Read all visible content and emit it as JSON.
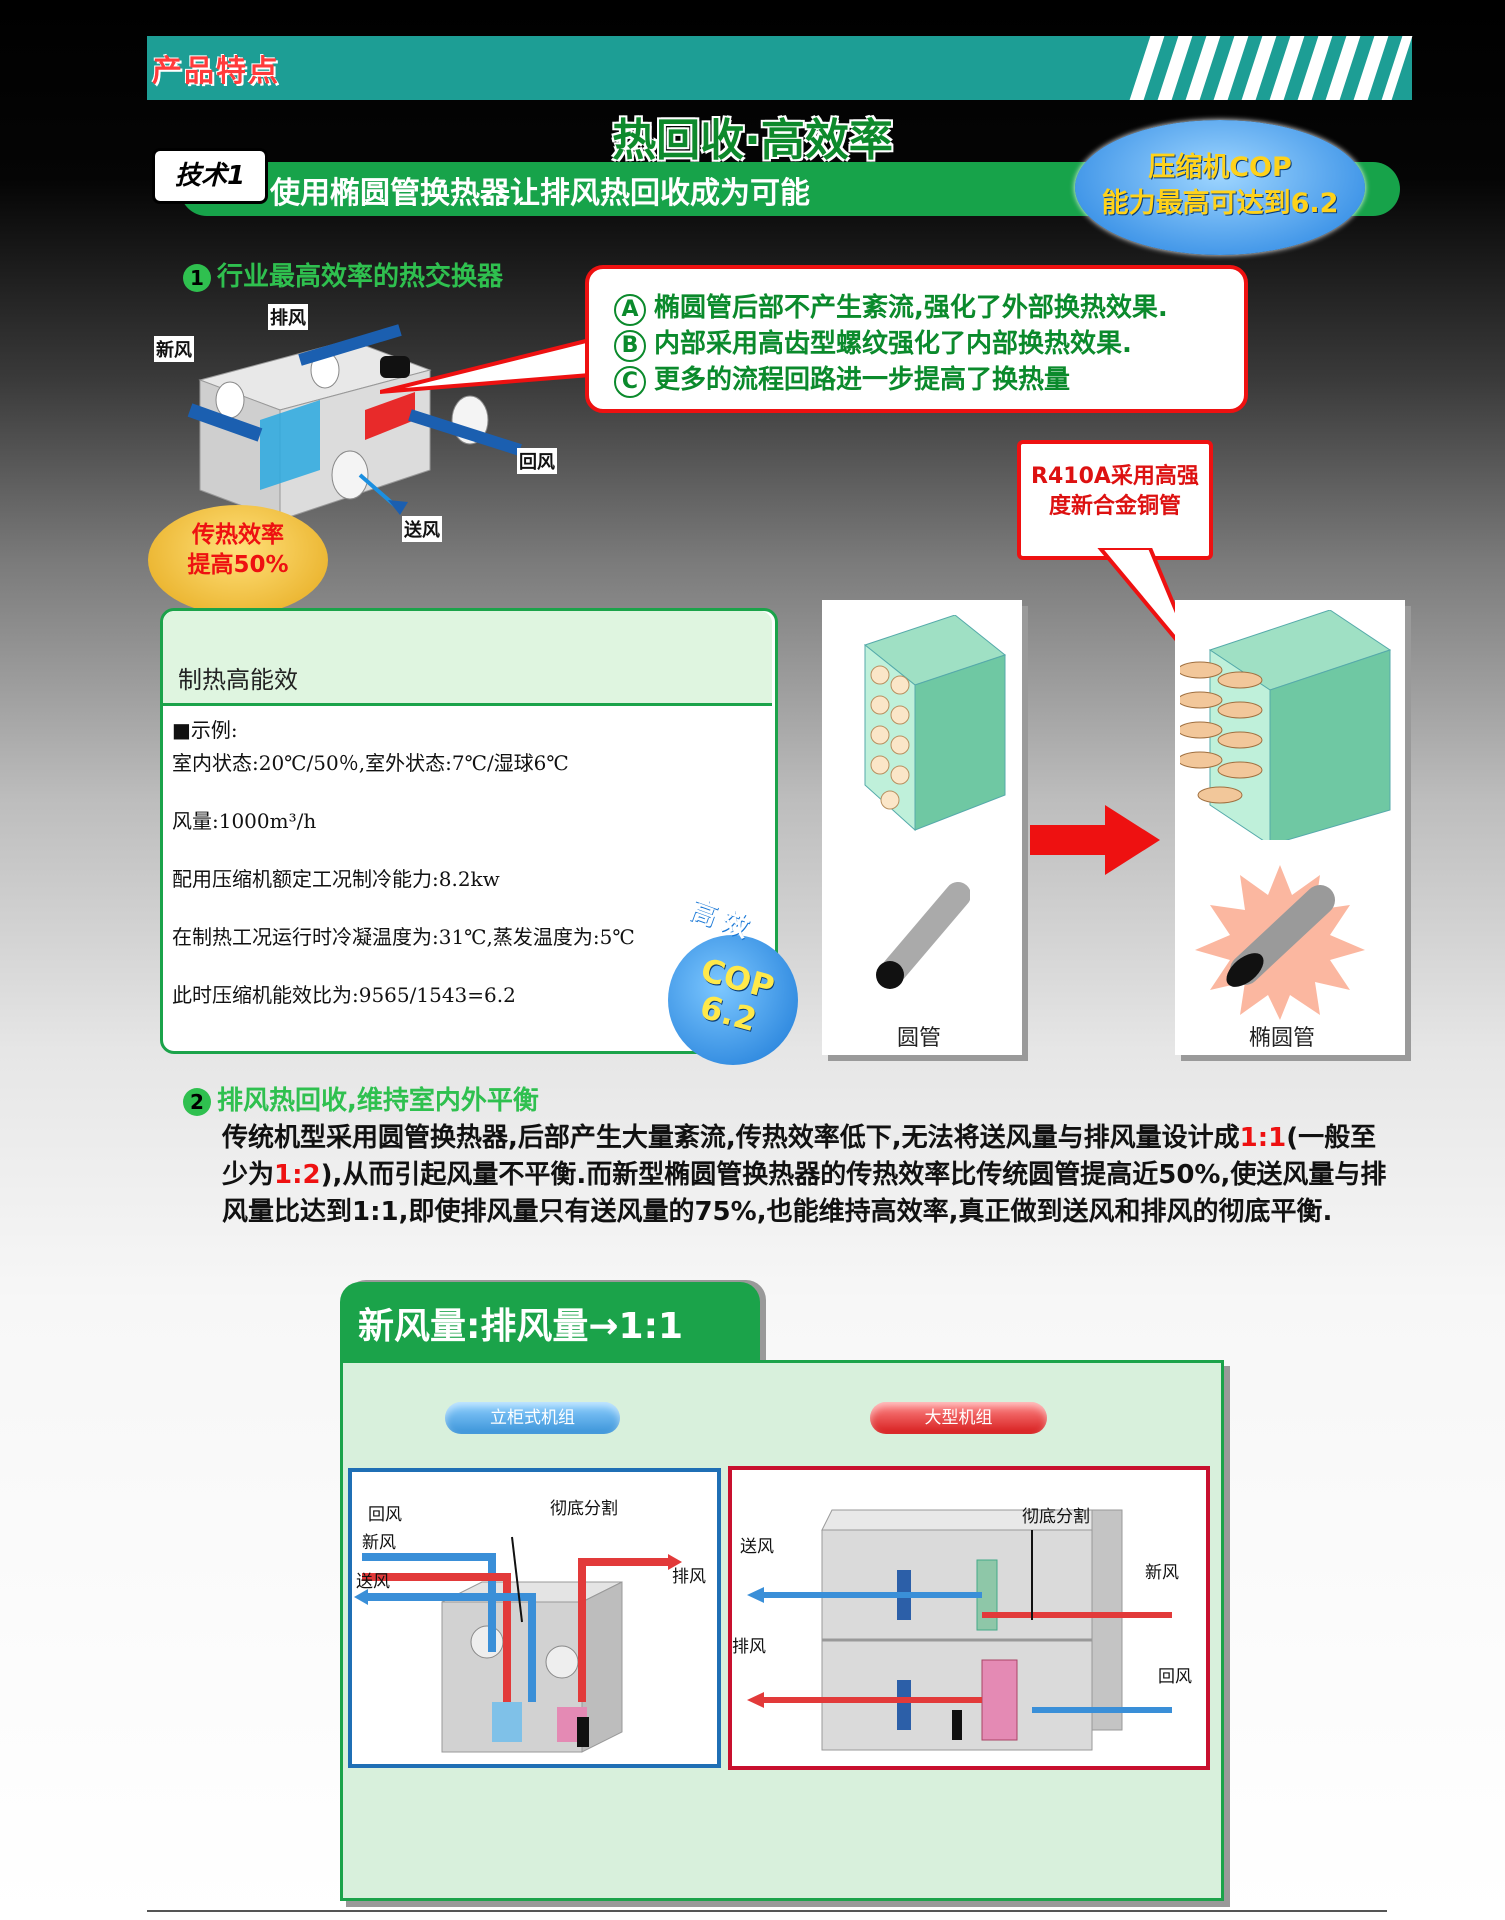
{
  "header": {
    "title": "产品特点"
  },
  "main_title": "热回收·高效率",
  "tech": {
    "tag": "技术1",
    "text": "使用椭圆管换热器让排风热回收成为可能"
  },
  "cop_badge": {
    "line1": "压缩机COP",
    "line2": "能力最高可达到6.2"
  },
  "section1": {
    "num": "1",
    "title": "行业最高效率的热交换器",
    "labels": {
      "exhaust": "排风",
      "fresh": "新风",
      "return": "回风",
      "supply": "送风"
    },
    "eff_badge": {
      "line1": "传热效率",
      "line2": "提高50%"
    }
  },
  "callout": {
    "items": [
      {
        "letter": "A",
        "text": "椭圆管后部不产生紊流,强化了外部换热效果."
      },
      {
        "letter": "B",
        "text": "内部采用高齿型螺纹强化了内部换热效果."
      },
      {
        "letter": "C",
        "text": "更多的流程回路进一步提高了换热量"
      }
    ]
  },
  "r410": {
    "line1": "R410A采用高强",
    "line2": "度新合金铜管"
  },
  "example": {
    "title": "制热高能效",
    "lines": [
      "■示例:",
      "室内状态:20℃/50％,室外状态:7℃/湿球6℃",
      "风量:1000m³/h",
      "配用压缩机额定工况制冷能力:8.2kw",
      "在制热工况运行时冷凝温度为:31℃,蒸发温度为:5℃",
      "此时压缩机能效比为:9565/1543=6.2"
    ],
    "badge_top": "高效",
    "badge_cop": "COP",
    "badge_val": "6.2"
  },
  "pipes": {
    "round": "圆管",
    "oval": "椭圆管"
  },
  "section2": {
    "num": "2",
    "title": "排风热回收,维持室内外平衡",
    "para_a": "传统机型采用圆管换热器,后部产生大量紊流,传热效率低下,无法将送风量与排风量设计成",
    "para_red1": "1:1",
    "para_b": "(一般至少为",
    "para_red2": "1:2",
    "para_c": "),从而引起风量不平衡.而新型椭圆管换热器的传热效率比传统圆管提高近50%,使送风量与排风量比达到1:1,即使排风量只有送风量的75%,也能维持高效率,真正做到送风和排风的彻底平衡."
  },
  "ratio": {
    "title": "新风量:排风量→1:1",
    "left_pill": "立柜式机组",
    "right_pill": "大型机组",
    "left_labels": {
      "return": "回风",
      "fresh": "新风",
      "supply": "送风",
      "divide": "彻底分割",
      "exhaust": "排风"
    },
    "right_labels": {
      "supply": "送风",
      "divide": "彻底分割",
      "fresh": "新风",
      "exhaust": "排风",
      "return": "回风"
    }
  }
}
